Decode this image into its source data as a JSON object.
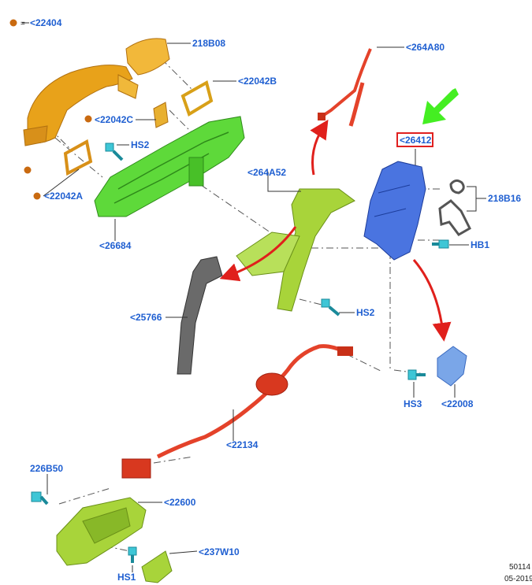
{
  "legend": {
    "dot_color": "#c96a10",
    "equals": "=",
    "part": "<22404"
  },
  "labels": {
    "p218B08": "218B08",
    "p22042B": "<22042B",
    "p22042C": "<22042C",
    "hs2_top": "HS2",
    "p22042A": "<22042A",
    "p26684": "<26684",
    "p264A80": "<264A80",
    "p264A52": "<264A52",
    "p26412": "<26412",
    "p218B16": "218B16",
    "hb1": "HB1",
    "p25766": "<25766",
    "hs2_mid": "HS2",
    "hs3": "HS3",
    "p22008": "<22008",
    "p22134": "<22134",
    "p226B50": "226B50",
    "p22600": "<22600",
    "p237W10": "<237W10",
    "hs1": "HS1"
  },
  "footer": {
    "ref": "50114",
    "date": "05-2019"
  },
  "colors": {
    "orange": "#e8a21a",
    "green": "#5ed93a",
    "yellowgreen": "#a8d43a",
    "blue": "#4a74e0",
    "lightblue": "#7aa6e8",
    "red": "#e4422a",
    "cyan": "#3ec6d6",
    "gray": "#6a6a6a",
    "label": "#1f5fd1",
    "highlight": "#e02020",
    "arrow_green": "#44ee22"
  }
}
